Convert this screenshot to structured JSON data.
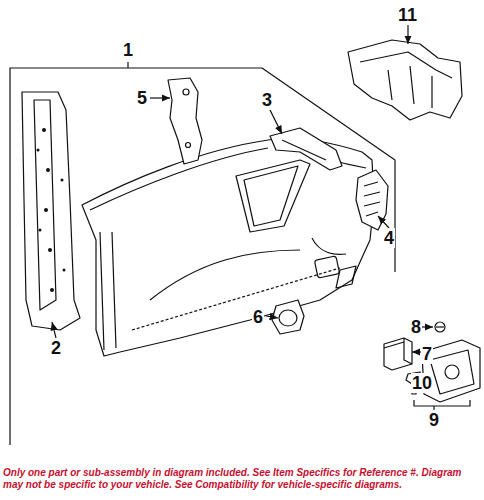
{
  "diagram": {
    "labels": [
      "1",
      "11",
      "5",
      "3",
      "4",
      "2",
      "6",
      "8",
      "7",
      "10",
      "9",
      "Only one part or sub-assembly in diagram included. See Item Specifics for Reference #. Diagram may not be specific to your vehicle. See Compatibility for vehicle-specific diagrams."
    ]
  }
}
